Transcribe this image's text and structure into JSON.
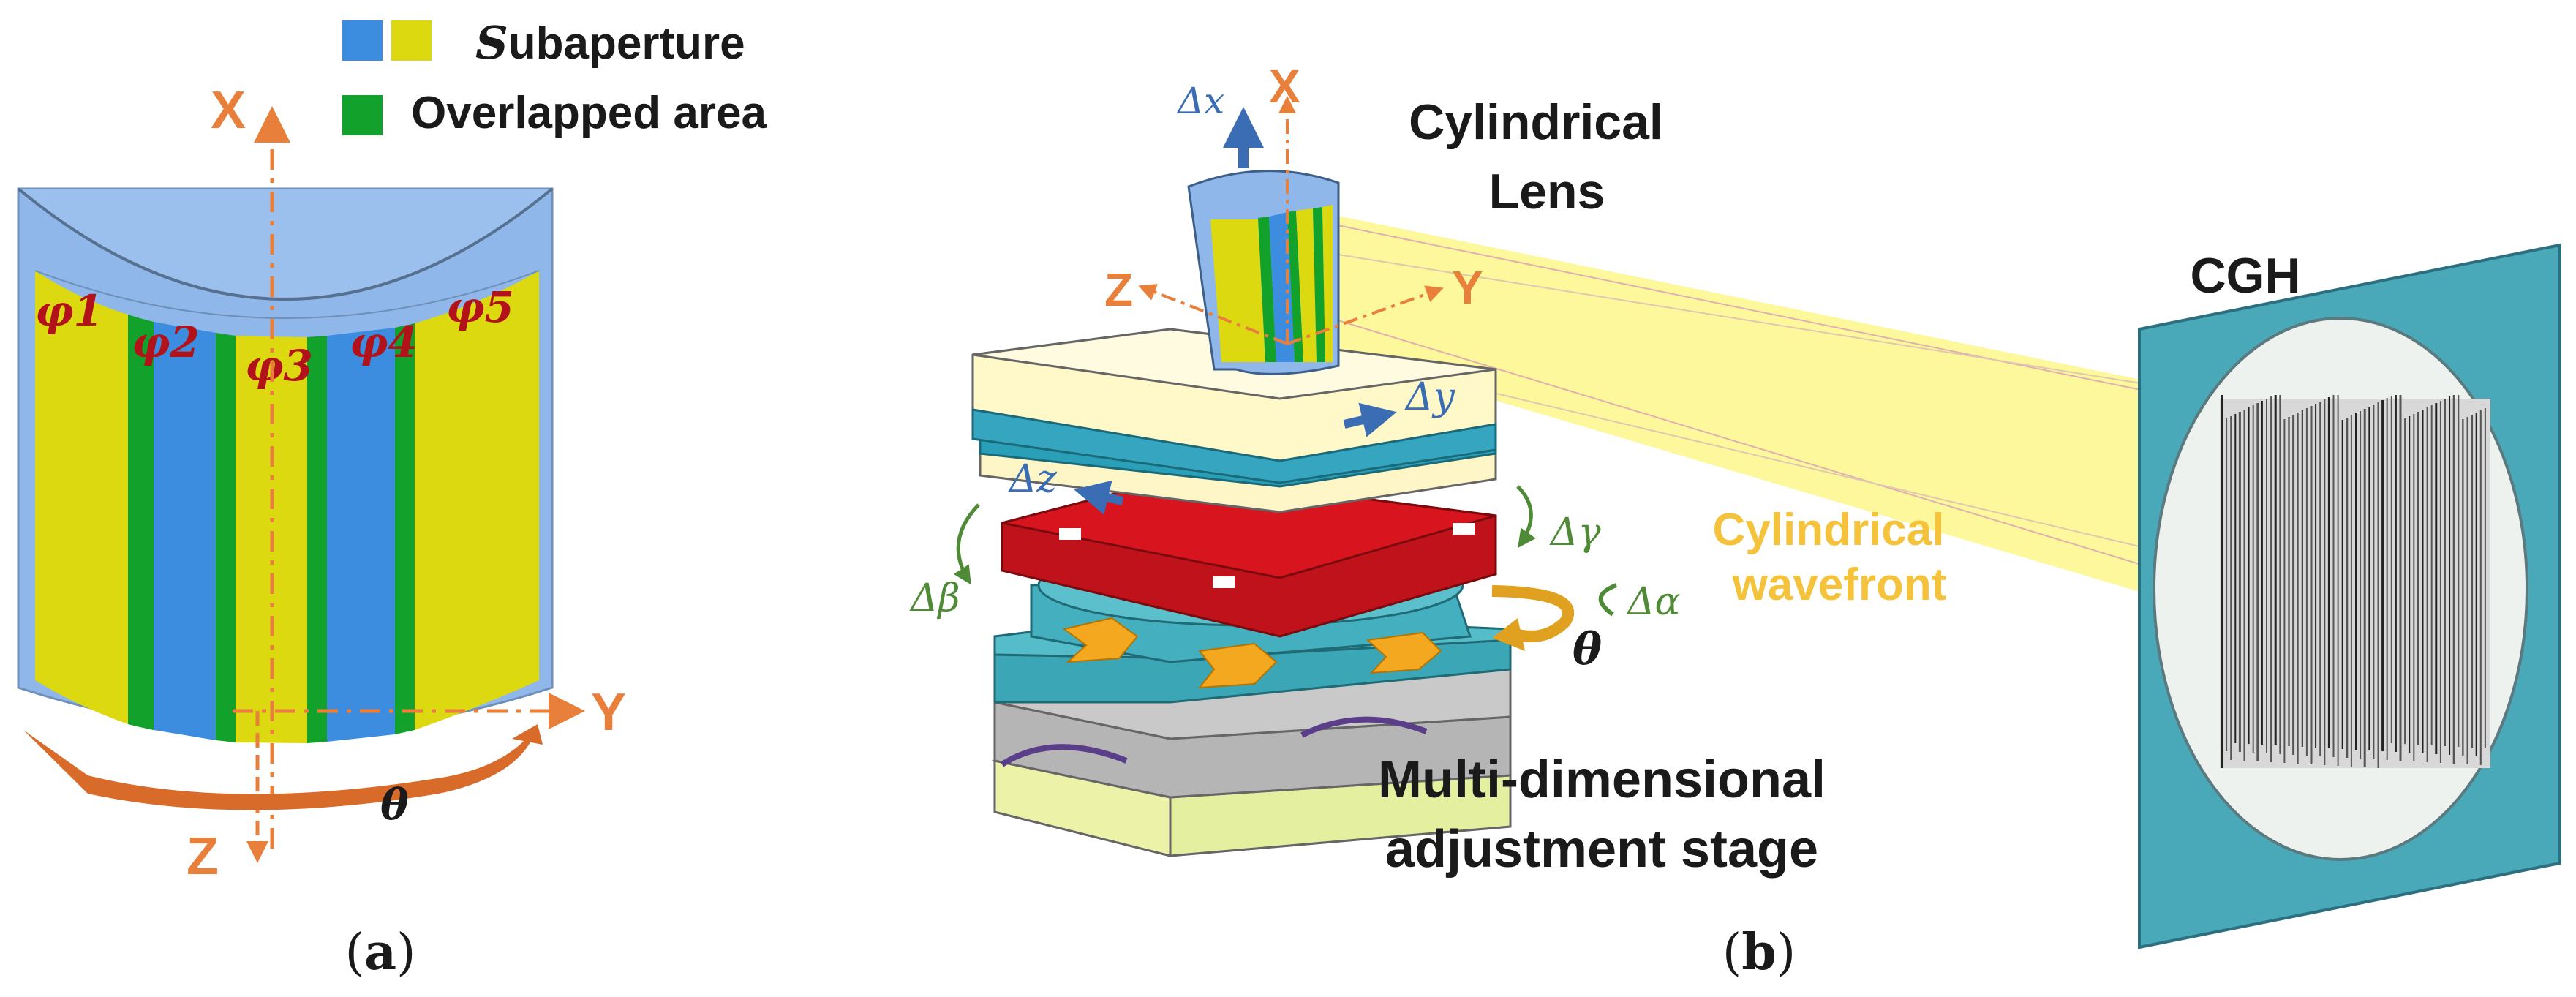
{
  "legend": {
    "subaperture_prefix": "S",
    "subaperture_rest": "ubaperture",
    "overlapped": "Overlapped area"
  },
  "panel_a": {
    "axis_x": "X",
    "axis_y": "Y",
    "axis_z": "Z",
    "theta": "θ",
    "phi_labels": [
      "φ1",
      "φ2",
      "φ3",
      "φ4",
      "φ5"
    ],
    "caption": "(a)"
  },
  "panel_b": {
    "axis_x": "X",
    "axis_y": "Y",
    "axis_z": "Z",
    "dx": "Δx",
    "dy": "Δy",
    "dz": "Δz",
    "dgamma": "Δγ",
    "dbeta": "Δβ",
    "dalpha": "Δα",
    "theta": "θ",
    "lens_line1": "Cylindrical",
    "lens_line2": "Lens",
    "cgh": "CGH",
    "wavefront_line1": "Cylindrical",
    "wavefront_line2": "wavefront",
    "stage_line1": "Multi-dimensional",
    "stage_line2": "adjustment stage",
    "caption": "(b)"
  },
  "colors": {
    "blue": "#3c8de0",
    "yellow": "#dcd910",
    "green": "#12a12a",
    "axis_orange": "#e8803c",
    "phi_red": "#b2121a",
    "delta_blue": "#3b6db5",
    "rot_green": "#4f8a36",
    "wavefront": "#f5c33b",
    "cgh_teal": "#4aa9b8"
  }
}
